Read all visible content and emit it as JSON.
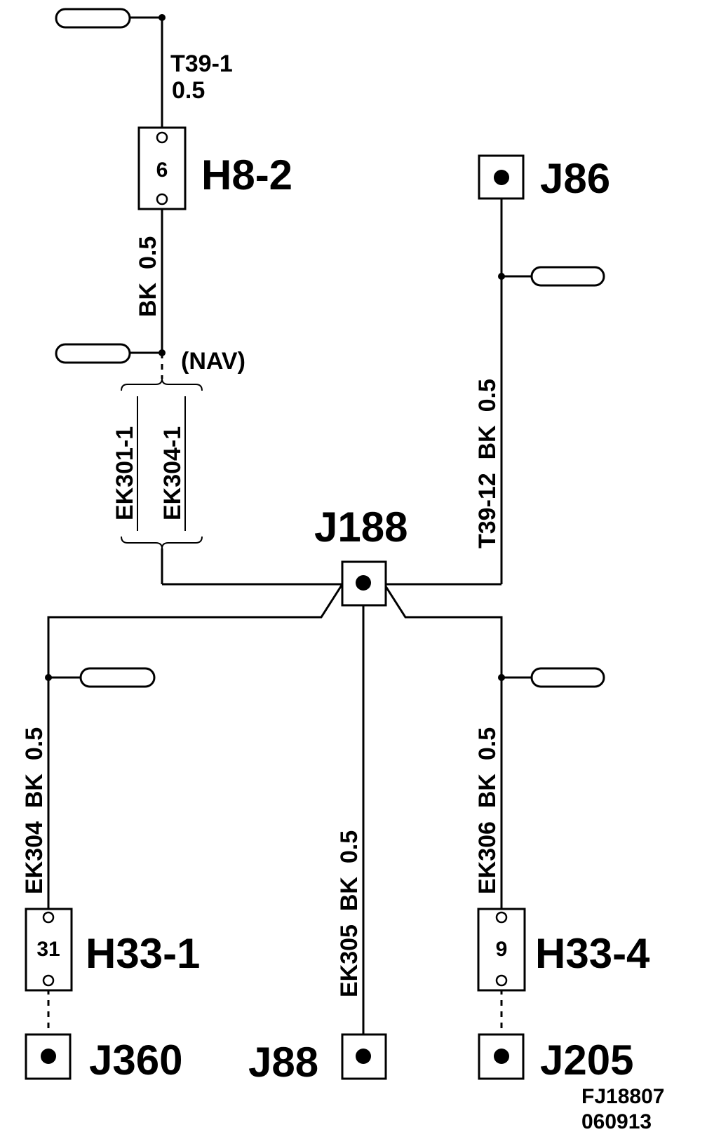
{
  "connectors": {
    "h8_2": "H8-2",
    "h8_2_pin": "6",
    "j86": "J86",
    "j188": "J188",
    "h33_1": "H33-1",
    "h33_1_pin": "31",
    "h33_4": "H33-4",
    "h33_4_pin": "9",
    "j360": "J360",
    "j88": "J88",
    "j205": "J205"
  },
  "wires": {
    "t39_1": "T39-1",
    "t39_1_size": "0.5",
    "bk_05_h8": "BK  0.5",
    "nav": "(NAV)",
    "ek301_1": "EK301-1",
    "ek304_1": "EK304-1",
    "t39_12": "T39-12  BK  0.5",
    "ek304": "EK304  BK  0.5",
    "ek305": "EK305  BK  0.5",
    "ek306": "EK306  BK  0.5"
  },
  "figure_id": {
    "line1": "FJ18807",
    "line2": "060913"
  }
}
